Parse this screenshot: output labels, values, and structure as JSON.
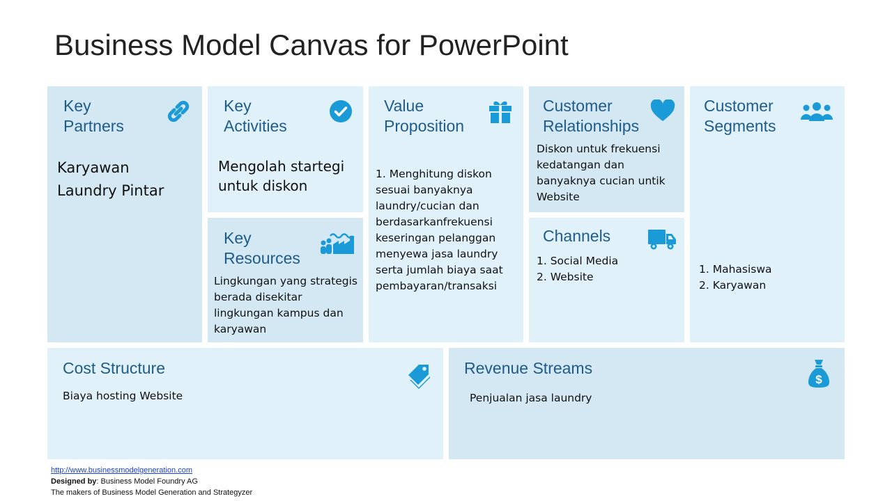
{
  "title": "Business Model Canvas for PowerPoint",
  "key_partners": {
    "line1": "Key",
    "line2": "Partners",
    "content": [
      "Karyawan",
      "Laundry Pintar"
    ],
    "icon": "link-icon"
  },
  "key_activities": {
    "line1": "Key",
    "line2": "Activities",
    "content": [
      "Mengolah startegi",
      "untuk diskon"
    ],
    "icon": "check-circle-icon"
  },
  "key_resources": {
    "line1": "Key",
    "line2": "Resources",
    "content": [
      "Lingkungan yang strategis",
      "berada disekitar",
      "lingkungan kampus dan",
      "karyawan"
    ],
    "icon": "people-factory-icon"
  },
  "value_proposition": {
    "line1": "Value",
    "line2": "Proposition",
    "content": [
      "1. Menghitung diskon",
      "sesuai banyaknya",
      "laundry/cucian dan",
      "berdasarkanfrekuensi",
      "keseringan pelanggan",
      "menyewa jasa laundry",
      "serta jumlah biaya saat",
      "pembayaran/transaksi"
    ],
    "icon": "gift-icon"
  },
  "customer_relationships": {
    "line1": "Customer",
    "line2": "Relationships",
    "content": [
      "Diskon untuk frekuensi",
      "kedatangan dan",
      "banyaknya cucian untik",
      "Website"
    ],
    "icon": "heart-icon"
  },
  "channels": {
    "line1": "Channels",
    "content": [
      "1. Social Media",
      "2. Website"
    ],
    "icon": "truck-icon"
  },
  "customer_segments": {
    "line1": "Customer",
    "line2": "Segments",
    "content": [
      "1. Mahasiswa",
      "2. Karyawan"
    ],
    "icon": "group-icon"
  },
  "cost_structure": {
    "line1": "Cost Structure",
    "content": [
      "Biaya hosting Website"
    ],
    "icon": "tag-icon"
  },
  "revenue_streams": {
    "line1": "Revenue Streams",
    "content": [
      "Penjualan jasa laundry"
    ],
    "icon": "money-bag-icon"
  },
  "footer": {
    "link": "http://www.businessmodelgeneration.com",
    "designed_label": "Designed by",
    "designed_value": ": Business Model Foundry AG",
    "makers": "The makers of Business Model Generation and Strategyzer"
  },
  "colors": {
    "accent": "#1a9ad6",
    "heading": "#1f5c8a",
    "light_box": "#e0f1fa",
    "mid_box": "#d3e8f2"
  }
}
